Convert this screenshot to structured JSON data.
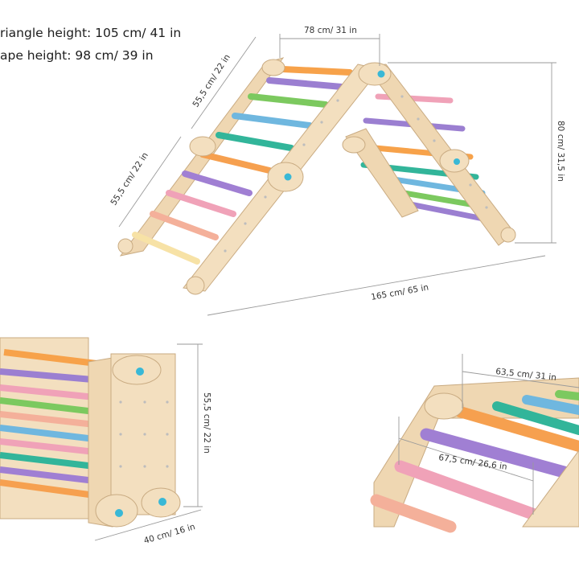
{
  "specs": {
    "triangle_height": "riangle height: 105 cm/ 41 in",
    "trapezoid_height": "ape height: 98 cm/ 39 in"
  },
  "dimensions": {
    "top_width": "78 cm/ 31 in",
    "upper_side": "55,5 cm/ 22 in",
    "lower_side": "55,5 cm/ 22 in",
    "height": "80 cm/ 31,5 in",
    "base_length": "165 cm/ 65 in",
    "folded_height": "55,5 cm/ 22 in",
    "folded_depth": "40 cm/ 16 in",
    "rung_outer": "63,5 cm/ 31 in",
    "rung_inner": "67,5 cm/ 26,6 in"
  },
  "colors": {
    "background": "#ffffff",
    "wood": "#efd7b2",
    "wood_edge": "#c9ab82",
    "knob": "#39b8d6",
    "rungs": [
      "#f7a24a",
      "#9b7fd1",
      "#7cc95f",
      "#6fb7df",
      "#32b59a",
      "#f6a04f",
      "#a07fd3",
      "#f0a2b8",
      "#f4b09a",
      "#f7e2a6"
    ]
  }
}
